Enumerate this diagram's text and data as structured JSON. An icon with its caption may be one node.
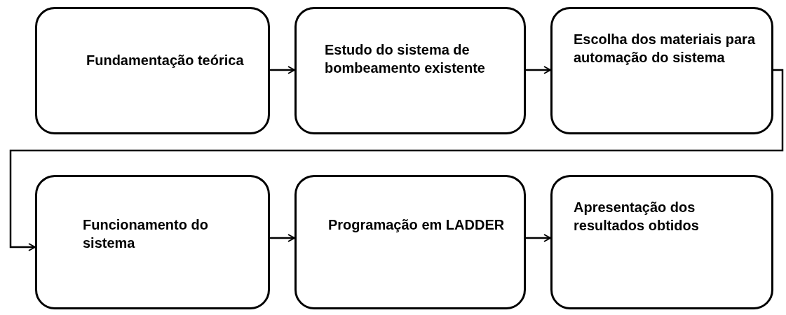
{
  "diagram": {
    "nodes": [
      {
        "text": [
          "Fundamentação teórica"
        ]
      },
      {
        "text": [
          "Estudo do sistema de bombeamento existente"
        ]
      },
      {
        "text": [
          "Escolha dos materiais para automação do sistema"
        ]
      },
      {
        "text": [
          "Funcionamento do sistema"
        ]
      },
      {
        "text": [
          "Programação em LADDER"
        ]
      },
      {
        "text": [
          "Apresentação dos resultados obtidos"
        ]
      }
    ],
    "edges": [
      {
        "from": 0,
        "to": 1,
        "arrow": "to"
      },
      {
        "from": 1,
        "to": 2,
        "arrow": "to"
      },
      {
        "from": 2,
        "to": 3,
        "arrow": "to"
      },
      {
        "from": 3,
        "to": 4,
        "arrow": "to"
      },
      {
        "from": 4,
        "to": 5,
        "arrow": "to"
      }
    ]
  }
}
